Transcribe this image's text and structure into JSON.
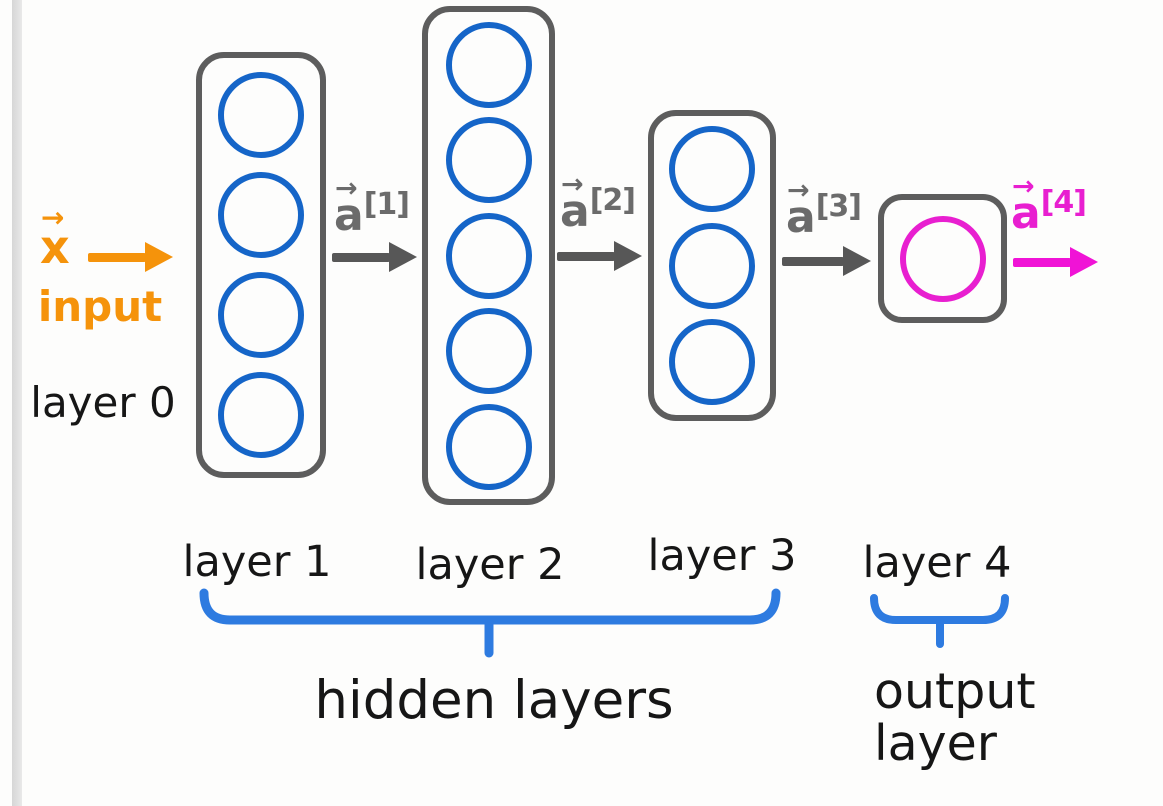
{
  "colors": {
    "neuron_blue": "#1565c8",
    "box_gray": "#5d5d5d",
    "arrow_gray": "#575757",
    "activation_gray": "#6b6b6b",
    "input_orange": "#f5930b",
    "output_magenta": "#e81fd0",
    "brace_blue": "#2e7be0",
    "text_black": "#161616"
  },
  "input": {
    "symbol": "x",
    "vector_mark": "→",
    "caption": "input",
    "layer_label": "layer 0"
  },
  "activations": [
    {
      "symbol": "a",
      "vector_mark": "→",
      "superscript": "[1]"
    },
    {
      "symbol": "a",
      "vector_mark": "→",
      "superscript": "[2]"
    },
    {
      "symbol": "a",
      "vector_mark": "→",
      "superscript": "[3]"
    },
    {
      "symbol": "a",
      "vector_mark": "→",
      "superscript": "[4]"
    }
  ],
  "layers": [
    {
      "name": "layer 1",
      "neurons": 4
    },
    {
      "name": "layer 2",
      "neurons": 5
    },
    {
      "name": "layer 3",
      "neurons": 3
    },
    {
      "name": "layer 4",
      "neurons": 1
    }
  ],
  "groups": {
    "hidden": "hidden layers",
    "output": "output layer"
  }
}
